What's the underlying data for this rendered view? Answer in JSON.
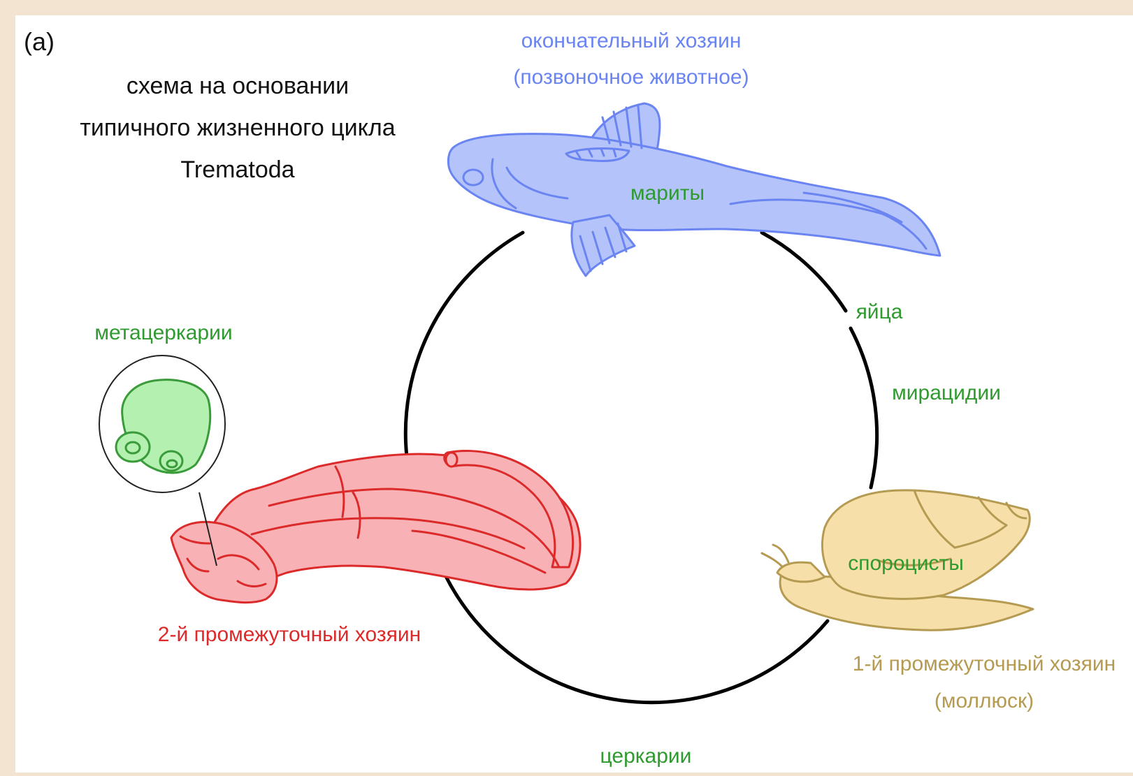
{
  "panel_label": "(a)",
  "title": {
    "line1": "схема на основании",
    "line2": "типичного жизненного цикла",
    "line3": "Trematoda"
  },
  "definitive_host": {
    "line1": "окончательный хозяин",
    "line2": "(позвоночное животное)",
    "stage": "мариты",
    "color": "#6a84f2",
    "fill": "#b4c4fa"
  },
  "eggs": "яйца",
  "miracidia": "мирацидии",
  "first_intermediate_host": {
    "line1": "1-й промежуточный хозяин",
    "line2": "(моллюск)",
    "stage": "спороцисты",
    "color": "#b59a52",
    "fill": "#f6dfa8"
  },
  "cercariae": "церкарии",
  "second_intermediate_host": {
    "line1": "2-й промежуточный хозяин",
    "color": "#dc2a2a",
    "fill": "#f8b2b6"
  },
  "metacercariae": {
    "label": "метацеркарии",
    "color": "#3a9b3a",
    "fill": "#b4f0b0"
  },
  "stage_label_color": "#2f9a2f",
  "cycle_color": "#000000"
}
